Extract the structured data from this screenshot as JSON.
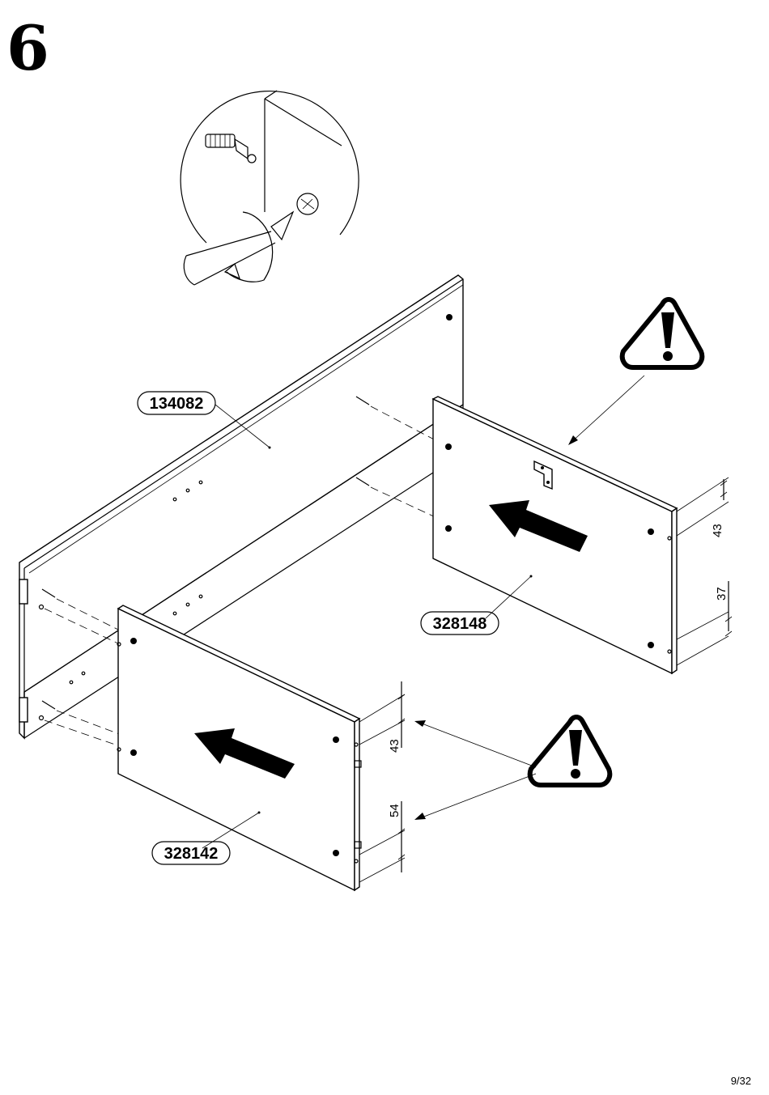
{
  "step": {
    "number": "6"
  },
  "parts": {
    "back_panel": "134082",
    "right_side_panel": "328148",
    "left_side_panel": "328142"
  },
  "dimensions": {
    "right_top": "43",
    "right_bottom": "37",
    "left_top": "43",
    "left_bottom": "54"
  },
  "icons": {
    "warning": "warning-triangle-icon",
    "screwdriver": "screwdriver-icon",
    "arrow": "direction-arrow-icon",
    "dowel": "dowel-icon"
  },
  "page": {
    "number": "9/32"
  }
}
